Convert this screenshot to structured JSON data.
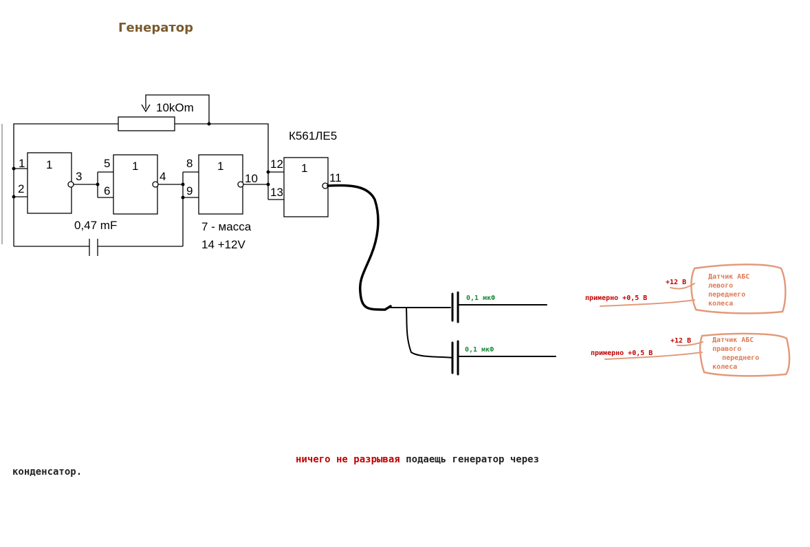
{
  "title": "Генератор",
  "resistor_label": "10kOm",
  "chip_label": "К561ЛЕ5",
  "gate_symbol": "1",
  "pins": [
    "1",
    "2",
    "3",
    "5",
    "6",
    "4",
    "8",
    "9",
    "10",
    "12",
    "13",
    "11"
  ],
  "cap_label": "0,47 mF",
  "ground_note": "7 - масса",
  "power_note": "14 +12V",
  "cap_left": {
    "label": "0,1 мкФ"
  },
  "cap_right": {
    "label": "0,1 мкФ"
  },
  "sensor_left": {
    "v12": "+12 В",
    "vlow": "примерно +0,5 В",
    "lines": [
      "Датчик АБС",
      "левого",
      "переднего",
      "колеса"
    ]
  },
  "sensor_right": {
    "v12": "+12 В",
    "vlow": "примерно +0,5 В",
    "lines": [
      "Датчик АБС",
      "правого",
      "переднего",
      "колеса"
    ]
  },
  "caption": {
    "highlight": "ничего не разрывая",
    "line1_rest": " подаещь генератор через",
    "line2": "конденсатор."
  },
  "colors": {
    "title": "#7a5a2e",
    "wire": "#000000",
    "green_label": "#1a8a3a",
    "red_label": "#c00000",
    "sensor_outline": "#e39a7a",
    "sensor_text": "#e07a55"
  }
}
